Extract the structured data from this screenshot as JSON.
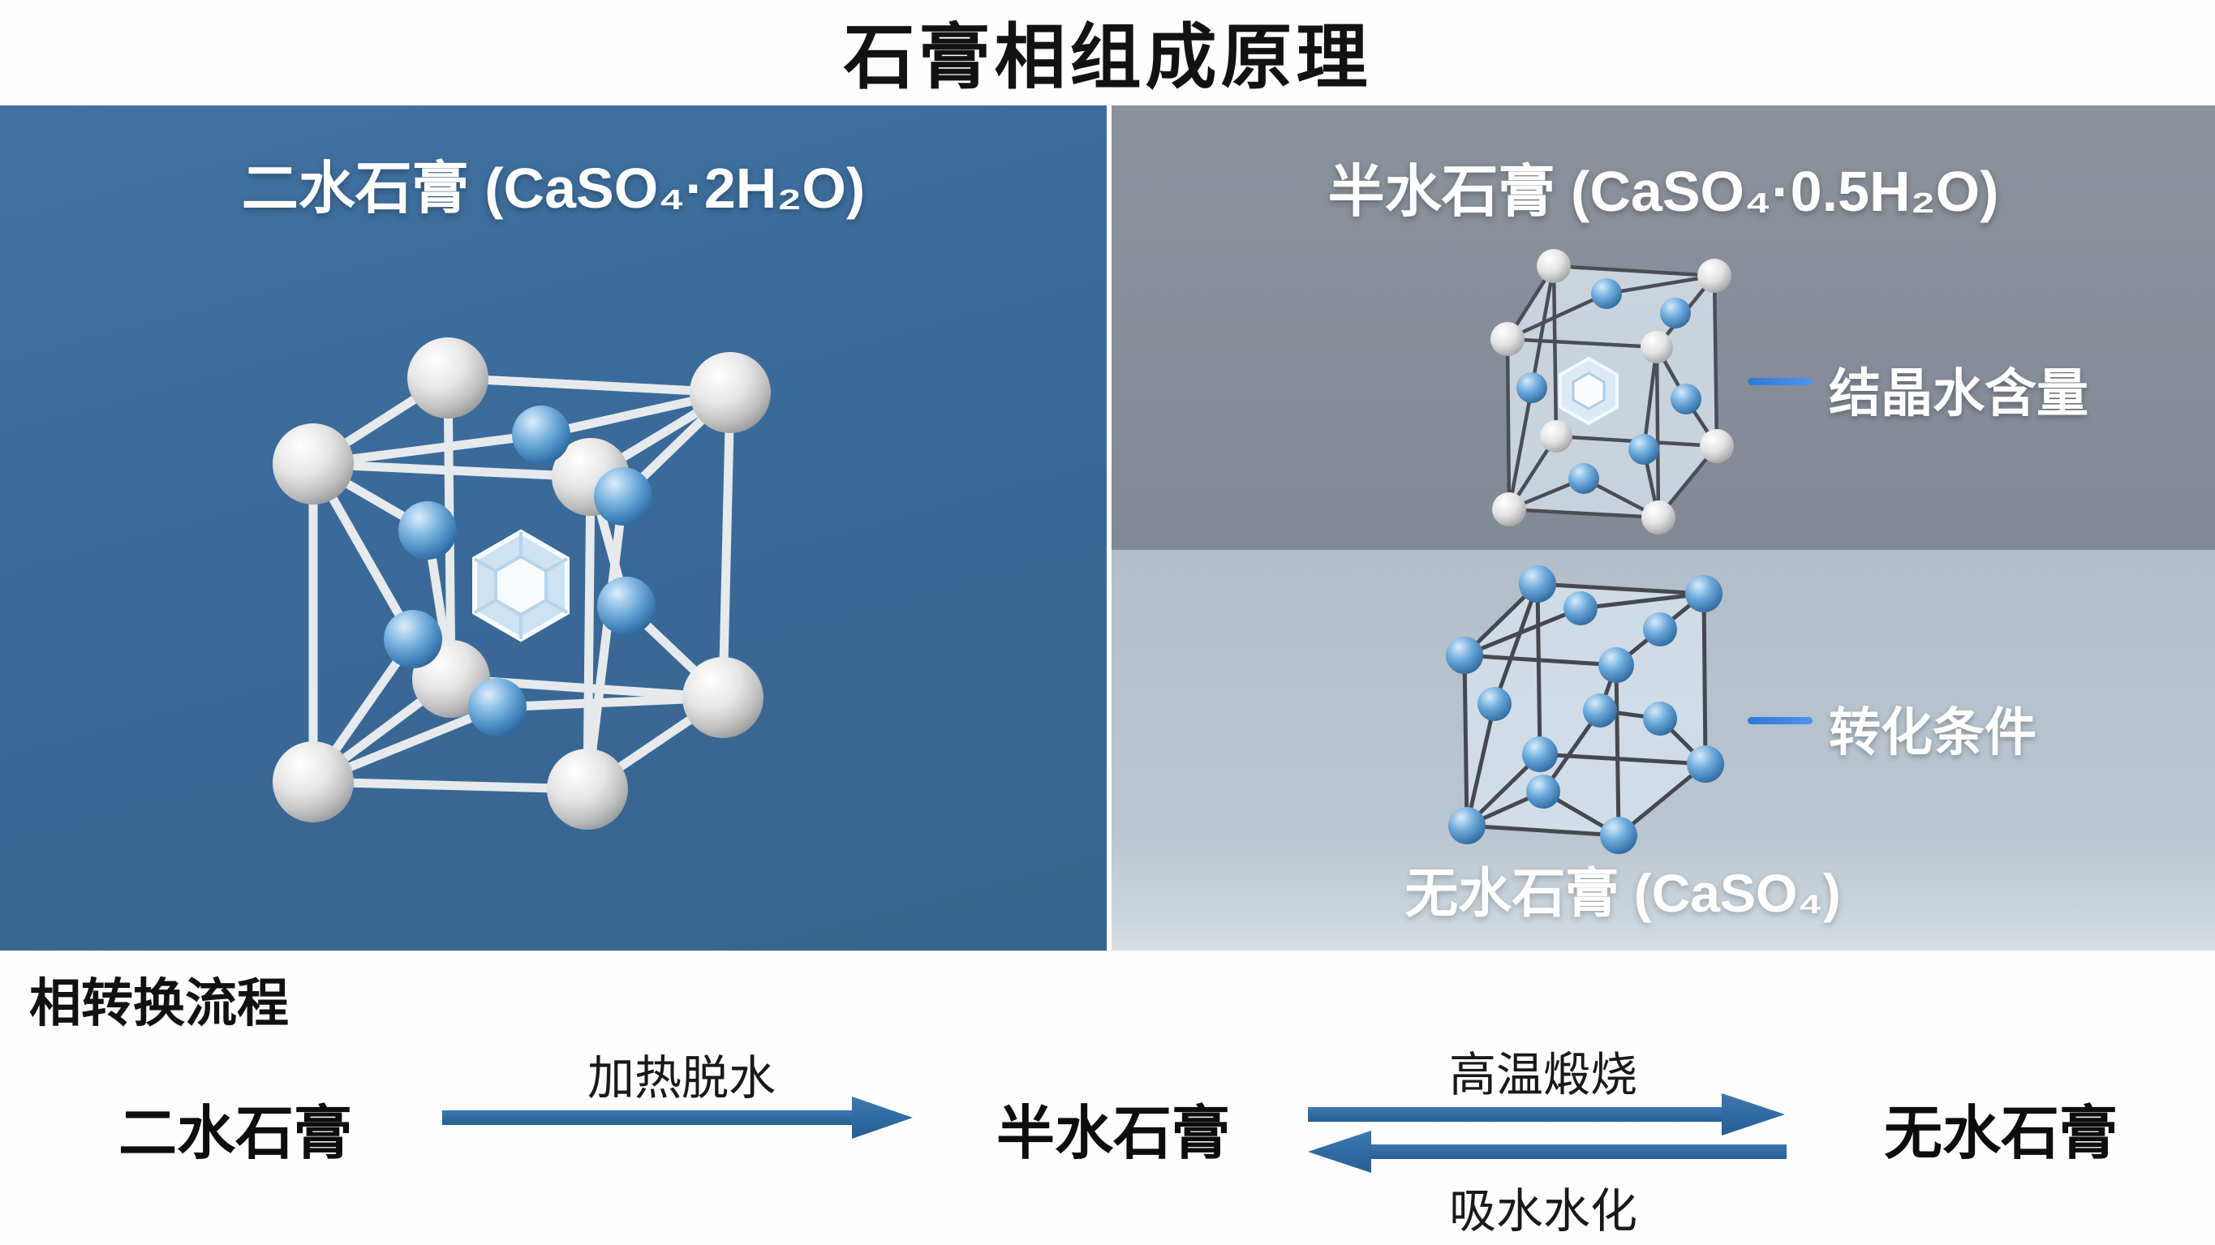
{
  "title": "石膏相组成原理",
  "panels": {
    "dihydrate": {
      "title": "二水石膏 (CaSO₄·2H₂O)"
    },
    "hemihydrate": {
      "title": "半水石膏 (CaSO₄·0.5H₂O)",
      "annotation": "结晶水含量"
    },
    "anhydrite": {
      "title": "无水石膏 (CaSO₄)",
      "annotation": "转化条件"
    }
  },
  "flow": {
    "heading": "相转换流程",
    "nodes": [
      {
        "label": "二水石膏"
      },
      {
        "label": "半水石膏"
      },
      {
        "label": "无水石膏"
      }
    ],
    "transitions": [
      {
        "direction": "forward",
        "label": "加热脱水"
      },
      {
        "direction": "reversible",
        "forward_label": "高温煅烧",
        "reverse_label": "吸水水化"
      }
    ]
  },
  "colors": {
    "panel_blue": "#3a6a99",
    "panel_gray_dark": "#868d98",
    "panel_gray_light": "#b9c5cf",
    "arrow_blue": "#2e6ba4",
    "annotation_dash_blue": "#3d8be9",
    "atom_gray": "#d2d2d2",
    "atom_blue": "#4a8ec6",
    "crystal_gem_blue": "#dcedf8"
  }
}
